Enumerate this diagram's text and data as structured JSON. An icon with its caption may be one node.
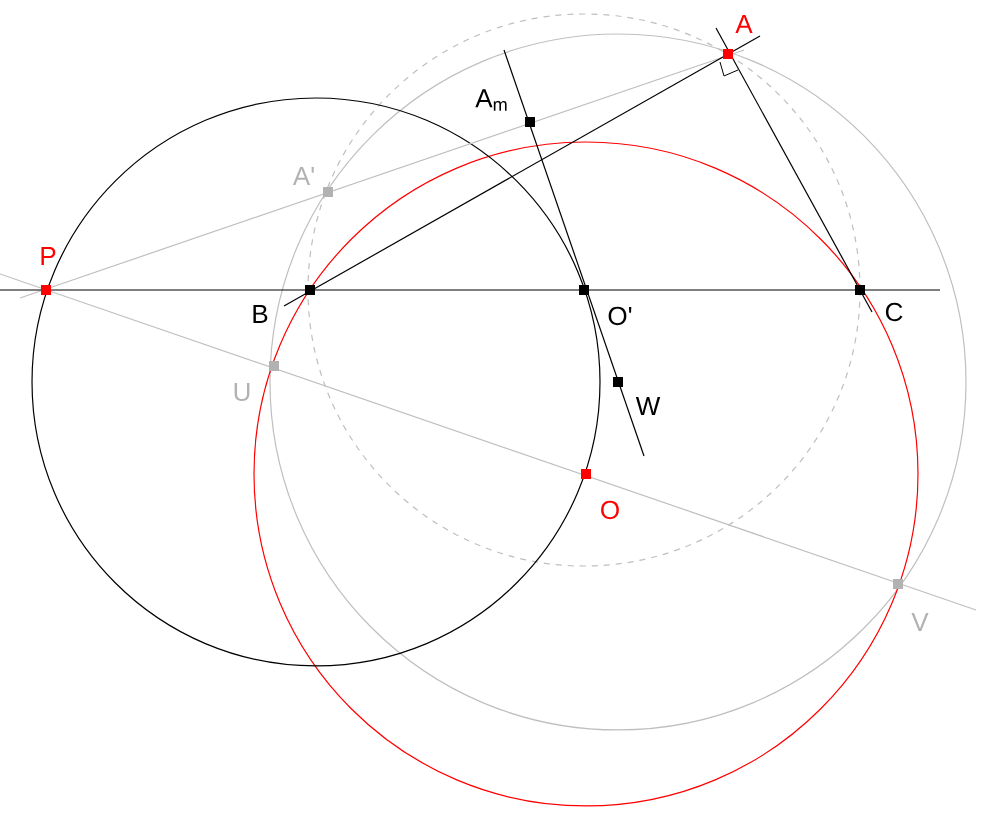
{
  "diagram": {
    "labels": [
      "A",
      "A$_{m}$",
      "A'",
      "P",
      "B",
      "O'",
      "C",
      "U",
      "W",
      "O",
      "V"
    ]
  }
}
